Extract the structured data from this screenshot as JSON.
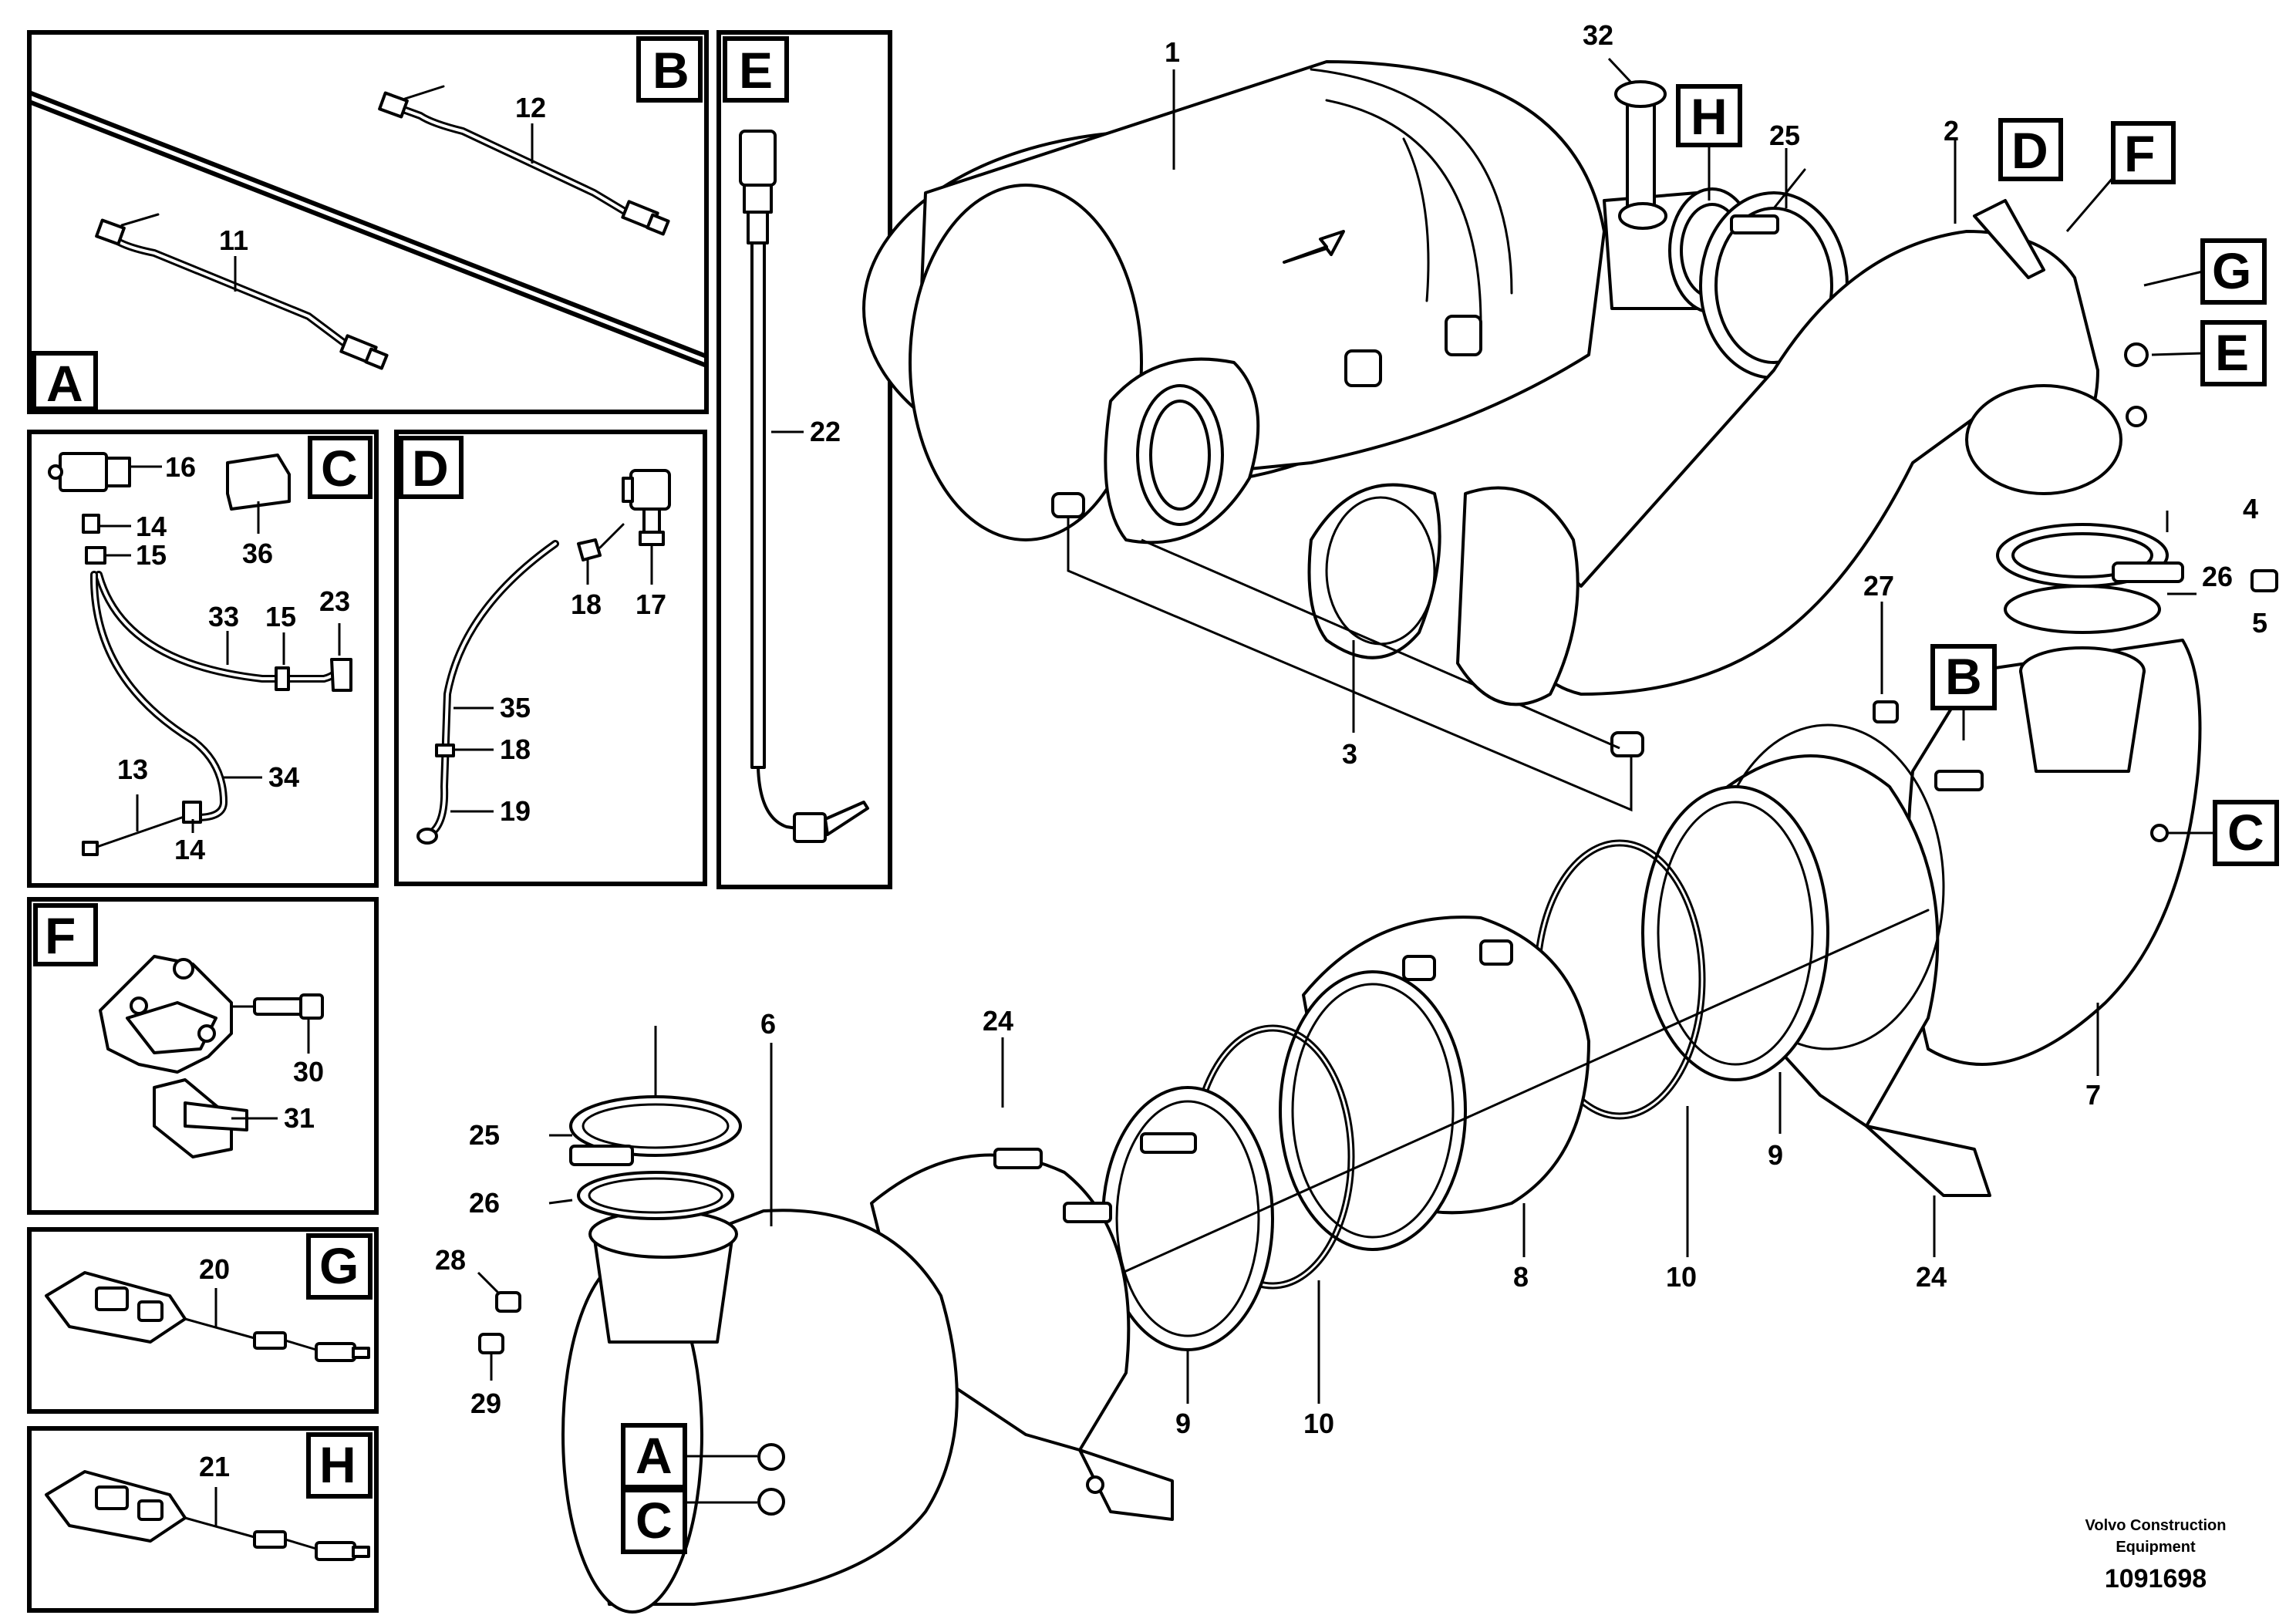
{
  "panels": {
    "A": "A",
    "B": "B",
    "C": "C",
    "D": "D",
    "E": "E",
    "F": "F",
    "G": "G",
    "H": "H"
  },
  "callout_letters": {
    "H": "H",
    "D": "D",
    "F": "F",
    "G": "G",
    "E": "E",
    "B": "B",
    "C_right": "C",
    "A_bottom": "A",
    "C_bottom": "C"
  },
  "part_numbers": {
    "p1": "1",
    "p2": "2",
    "p3": "3",
    "p4": "4",
    "p5": "5",
    "p6": "6",
    "p7": "7",
    "p8": "8",
    "p9a": "9",
    "p9b": "9",
    "p10a": "10",
    "p10b": "10",
    "p11": "11",
    "p12": "12",
    "p13": "13",
    "p14a": "14",
    "p14b": "14",
    "p15a": "15",
    "p15b": "15",
    "p16": "16",
    "p17": "17",
    "p18a": "18",
    "p18b": "18",
    "p19": "19",
    "p20": "20",
    "p21": "21",
    "p22": "22",
    "p23": "23",
    "p24a": "24",
    "p24b": "24",
    "p25a": "25",
    "p25b": "25",
    "p26a": "26",
    "p26b": "26",
    "p27": "27",
    "p28": "28",
    "p29": "29",
    "p30": "30",
    "p31": "31",
    "p32": "32",
    "p33": "33",
    "p34": "34",
    "p35": "35",
    "p36": "36"
  },
  "footer": {
    "company_line1": "Volvo Construction",
    "company_line2": "Equipment",
    "drawing_number": "1091698"
  }
}
